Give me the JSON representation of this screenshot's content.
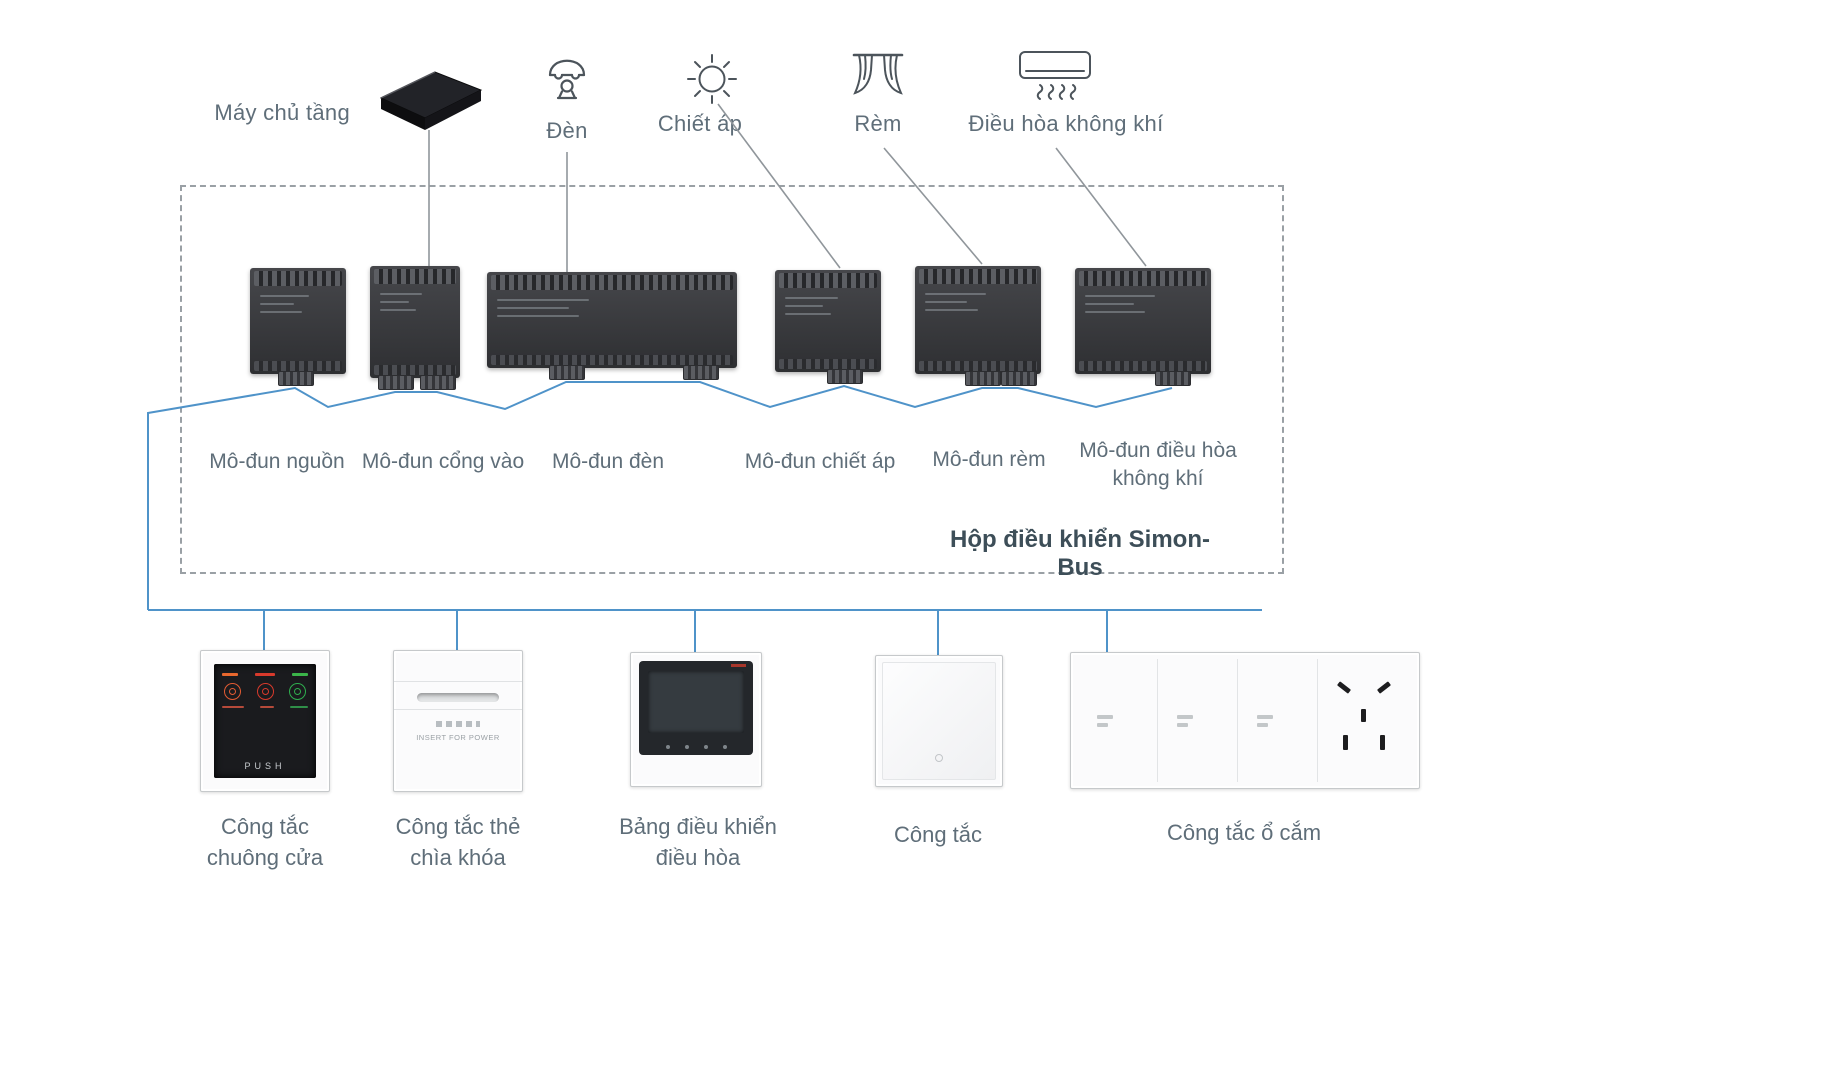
{
  "labels": {
    "server": "Máy chủ tầng",
    "lamp": "Đèn",
    "dimmer": "Chiết áp",
    "curtain": "Rèm",
    "ac": "Điều hòa không khí"
  },
  "control_box": {
    "title": "Hộp điều khiển Simon-Bus",
    "modules": [
      {
        "label": "Mô-đun nguồn"
      },
      {
        "label": "Mô-đun cổng vào"
      },
      {
        "label": "Mô-đun đèn"
      },
      {
        "label": "Mô-đun chiết áp"
      },
      {
        "label": "Mô-đun rèm"
      },
      {
        "label": "Mô-đun điều hòa không khí"
      }
    ]
  },
  "wall_devices": [
    {
      "label": "Công tắc chuông cửa",
      "screen_text": "PUSH"
    },
    {
      "label": "Công tắc thẻ chìa khóa",
      "screen_text": "INSERT FOR POWER"
    },
    {
      "label": "Bảng điều khiển điều hòa"
    },
    {
      "label": "Công tắc"
    },
    {
      "label": "Công tắc ổ cắm"
    }
  ],
  "colors": {
    "wire_blue": "#4f93c9",
    "connector_gray": "#90969b",
    "text": "#5f6e79",
    "title": "#3d4e58"
  }
}
